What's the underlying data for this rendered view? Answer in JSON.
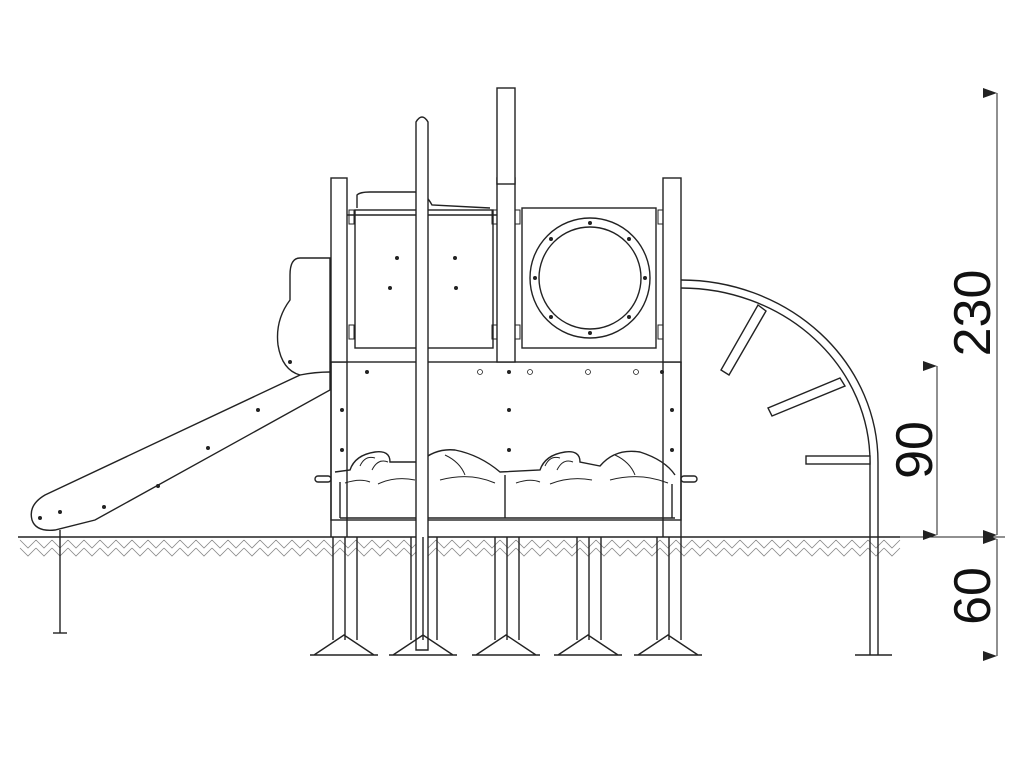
{
  "dimensions": {
    "total_height": "230",
    "platform_height": "90",
    "foundation_depth": "60"
  },
  "colors": {
    "line": "#222222",
    "background": "#ffffff",
    "hatch": "#888888"
  }
}
